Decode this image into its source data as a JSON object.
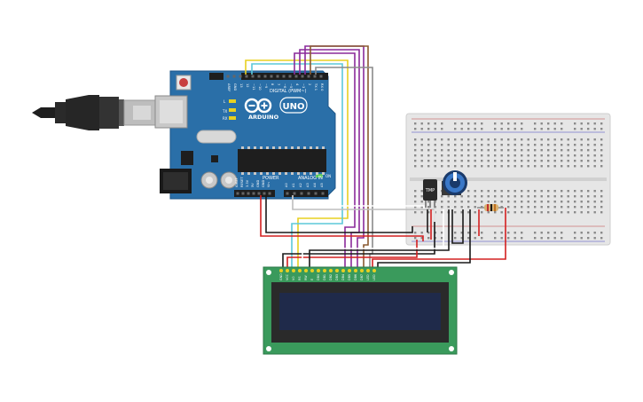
{
  "arduino": {
    "brand": "ARDUINO",
    "model": "UNO",
    "digital_label": "DIGITAL (PWM~)",
    "power_label": "POWER",
    "analog_label": "ANALOG IN",
    "on_label": "ON",
    "tx_label": "TX",
    "rx_label": "RX",
    "l_label": "L",
    "digital_pins": [
      "AREF",
      "GND",
      "13",
      "12",
      "~11",
      "~10",
      "~9",
      "8",
      "7",
      "~6",
      "~5",
      "4",
      "~3",
      "2",
      "TX 1",
      "RX 0"
    ],
    "power_pins": [
      "IOREF",
      "RESET",
      "3.3V",
      "5V",
      "GND",
      "GND",
      "Vin"
    ],
    "analog_pins": [
      "A0",
      "A1",
      "A2",
      "A3",
      "A4",
      "A5"
    ]
  },
  "sensor": {
    "label": "TMP"
  },
  "lcd": {
    "pins": [
      "GND",
      "VCC",
      "V0",
      "RS",
      "RW",
      "E",
      "DB0",
      "DB1",
      "DB2",
      "DB3",
      "DB4",
      "DB5",
      "DB6",
      "DB7",
      "LED",
      "LED"
    ]
  },
  "colors": {
    "board": "#2a6fa8",
    "lcd_board": "#3a9a5c",
    "lcd_screen": "#1f2a4a",
    "breadboard": "#e6e6e6",
    "wire_red": "#d42020",
    "wire_black": "#1a1a1a",
    "wire_yellow": "#e8d020",
    "wire_cyan": "#5cc8d8",
    "wire_purple": "#8a2a9a",
    "wire_brown": "#8a5a30",
    "wire_gray": "#8a8a8a",
    "wire_white": "#ffffff"
  },
  "icons": [
    "usb-cable-icon",
    "potentiometer-icon",
    "resistor-icon",
    "temperature-sensor-icon"
  ]
}
